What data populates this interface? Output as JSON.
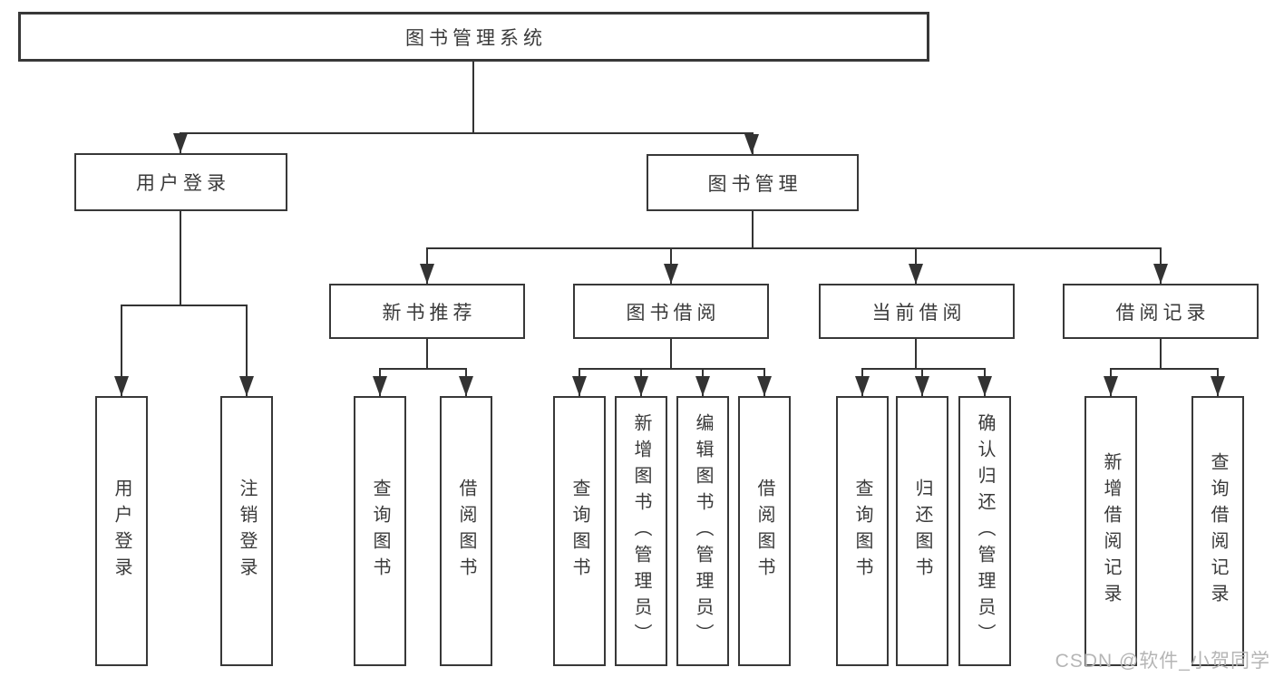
{
  "tree": {
    "label": "图书管理系统",
    "children": [
      {
        "label": "用户登录",
        "children": [
          {
            "label": "用户登录"
          },
          {
            "label": "注销登录"
          }
        ]
      },
      {
        "label": "图书管理",
        "children": [
          {
            "label": "新书推荐",
            "children": [
              {
                "label": "查询图书"
              },
              {
                "label": "借阅图书"
              }
            ]
          },
          {
            "label": "图书借阅",
            "children": [
              {
                "label": "查询图书"
              },
              {
                "label": "新增图书（管理员）"
              },
              {
                "label": "编辑图书（管理员）"
              },
              {
                "label": "借阅图书"
              }
            ]
          },
          {
            "label": "当前借阅",
            "children": [
              {
                "label": "查询图书"
              },
              {
                "label": "归还图书"
              },
              {
                "label": "确认归还（管理员）"
              }
            ]
          },
          {
            "label": "借阅记录",
            "children": [
              {
                "label": "新增借阅记录"
              },
              {
                "label": "查询借阅记录"
              }
            ]
          }
        ]
      }
    ]
  },
  "watermark": "CSDN @软件_小贺同学",
  "colors": {
    "line": "#333333",
    "box_border": "#383838",
    "text": "#3a3a3a",
    "watermark": "#b5b5b5",
    "background": "#ffffff"
  }
}
